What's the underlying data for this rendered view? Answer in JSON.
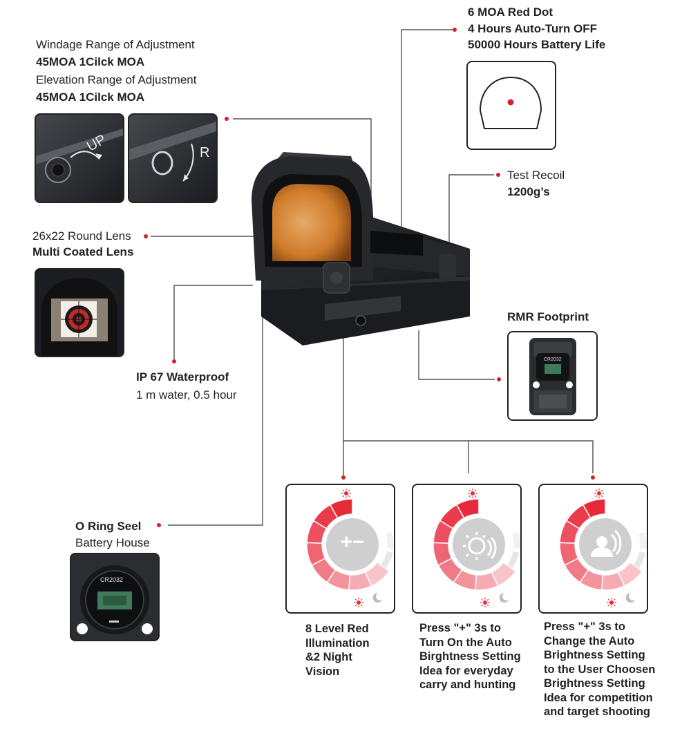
{
  "windage": {
    "title": "Windage Range of Adjustment",
    "value": "45MOA  1Cilck MOA",
    "elevation_title": "Elevation Range of Adjustment",
    "elevation_value": "45MOA  1Cilck MOA",
    "knob_up_label": "UP",
    "knob_r_label": "R"
  },
  "red_dot": {
    "line1": "6 MOA Red Dot",
    "line2": "4 Hours Auto-Turn OFF",
    "line3": "50000 Hours Battery Life"
  },
  "recoil": {
    "title": "Test Recoil",
    "value": "1200g’s"
  },
  "lens": {
    "title": "26x22 Round Lens",
    "value": "Multi Coated Lens"
  },
  "waterproof": {
    "title": "IP  67 Waterproof",
    "value": "1 m water, 0.5 hour"
  },
  "footprint": {
    "title": "RMR Footprint",
    "battery_label": "CR2032"
  },
  "oring": {
    "title": "O Ring Seel",
    "value": "Battery House",
    "battery_label": "CR2032"
  },
  "cards": [
    {
      "symbol": "+−",
      "icon": "plus-minus-icon",
      "caption": [
        "8 Level Red",
        "Illumination",
        "&2 Night",
        "Vision"
      ]
    },
    {
      "symbol": "",
      "icon": "auto-brightness-icon",
      "caption": [
        "Press \"+\" 3s to",
        "Turn On the Auto",
        "Birghtness Setting",
        "Idea for everyday",
        "carry and hunting"
      ]
    },
    {
      "symbol": "",
      "icon": "user-brightness-icon",
      "caption": [
        "Press \"+\" 3s to",
        "Change the Auto",
        "Brightness Setting",
        "to the User Choosen",
        "Brightness Setting",
        "Idea for competition",
        "and target shooting"
      ]
    }
  ],
  "colors": {
    "accent": "#d6202a",
    "line": "#333333",
    "sight_body": "#1f2124",
    "lens": "#d9812a"
  }
}
